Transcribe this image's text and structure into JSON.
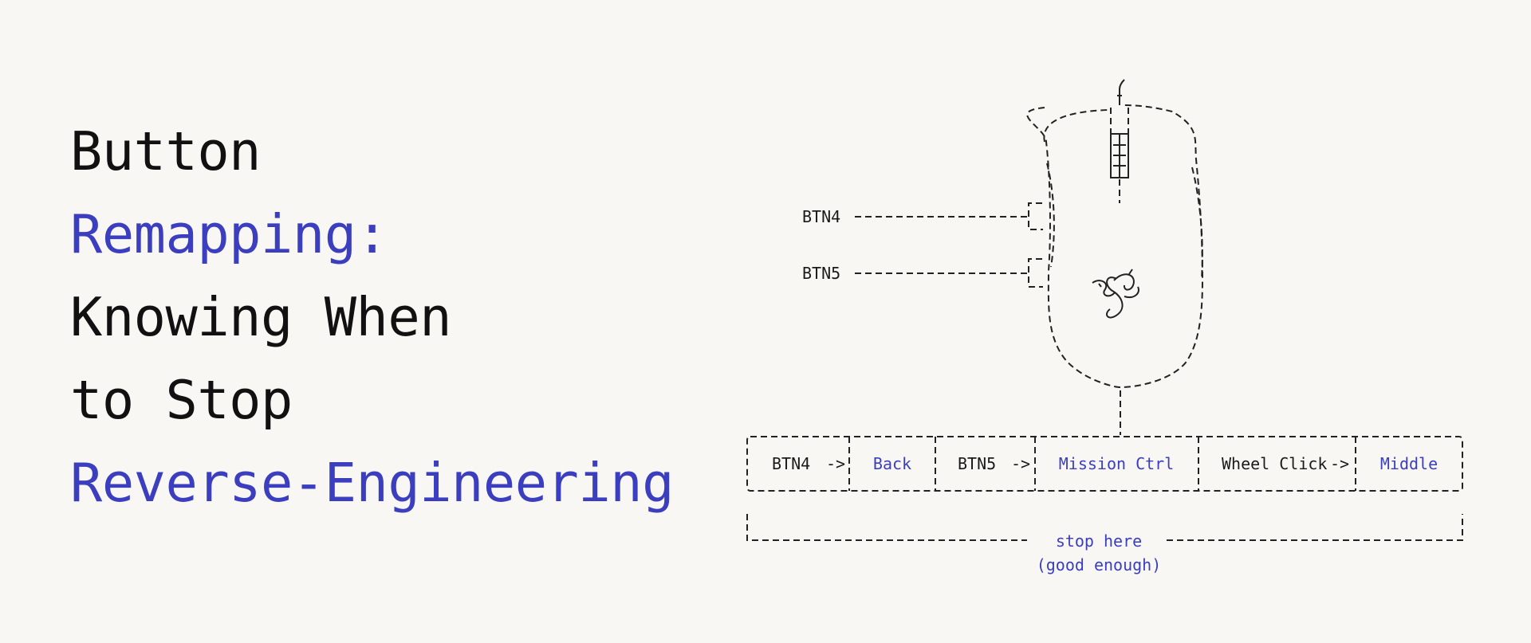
{
  "title": {
    "lines": [
      {
        "text": "Button",
        "accent": false
      },
      {
        "text": "Remapping:",
        "accent": true
      },
      {
        "text": "Knowing When",
        "accent": false
      },
      {
        "text": "to Stop",
        "accent": false
      },
      {
        "text": "Reverse-Engineering",
        "accent": true
      }
    ]
  },
  "diagram": {
    "callouts": {
      "btn4": "BTN4",
      "btn5": "BTN5"
    },
    "mapping_row": [
      {
        "key": "BTN4",
        "arrow": "->",
        "action": "Back"
      },
      {
        "key": "BTN5",
        "arrow": "->",
        "action": "Mission Ctrl"
      },
      {
        "key": "Wheel Click",
        "arrow": "->",
        "action": "Middle"
      }
    ],
    "note": {
      "line1": "stop here",
      "line2": "(good enough)"
    },
    "logo_icon": "razer-snake-logo-icon"
  },
  "colors": {
    "accent": "#3b3fbf",
    "text": "#111111",
    "background": "#f9f7f4",
    "stroke": "#222222"
  }
}
